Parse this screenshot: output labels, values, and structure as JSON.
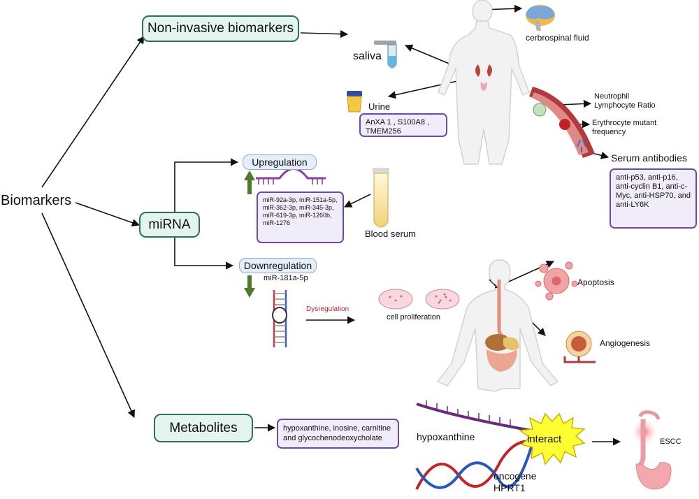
{
  "root": "Biomarkers",
  "categories": {
    "noninvasive": "Non-invasive biomarkers",
    "mirna": "miRNA",
    "metabolites": "Metabolites"
  },
  "noninvasive": {
    "saliva": "saliva",
    "csf": "cerbrospinal fluid",
    "urine": "Urine",
    "urine_markers": "AnXA 1 , S100A8 , TMEM256",
    "nlr": "Neutrophil Lymphocyte Ratio",
    "erythrocyte": "Erythrocyte mutant frequency",
    "serum_antibodies": "Serum antibodies",
    "antibody_list": "anti-p53, anti-p16, anti-cyclin B1, anti-c-Myc, anti-HSP70, and anti-LY6K"
  },
  "mirna": {
    "upregulation": "Upregulation",
    "up_list": "miR-92a-3p, miR-151a-5p, miR-362-3p, miR-345-3p, miR-619-3p, miR-1260b, miR-1276",
    "blood_serum": "Blood serum",
    "downregulation": "Downregulation",
    "down_mirna": "miR-181a-5p",
    "dysregulation": "Dysregulation",
    "cell_proliferation": "cell proliferation",
    "apoptosis": "Apoptosis",
    "angiogenesis": "Angiogenesis"
  },
  "metabolites": {
    "list": "hypoxanthine, inosine, carnitine and glycochenodeoxycholate",
    "hypoxanthine": "hypoxanthine",
    "interact": "interact",
    "oncogene": "oncogene HPRT1",
    "escc": "ESCC"
  },
  "colors": {
    "teal_border": "#2d6e5c",
    "teal_fill": "#e3f5ee",
    "purple_border": "#6b4aa0",
    "purple_fill": "#f1ecfa",
    "blue_border": "#8ea8d8",
    "green_arrow": "#4e7a2a",
    "dysregulation_text": "#b3262d",
    "interact_fill": "#ffff33"
  }
}
